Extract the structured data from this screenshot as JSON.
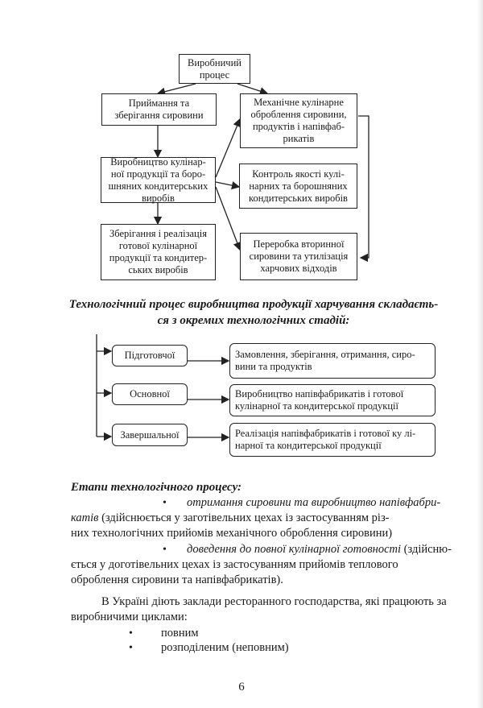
{
  "diagram1": {
    "root": "Виробничий\nпроцес",
    "left": [
      "Приймання та\nзберігання сировини",
      "Виробництво кулінар-\nної продукції та боро-\nшняних кондитерських\nвиробів",
      "Зберігання і реалізація\nготової кулінарної\nпродукції та кондитер-\nських виробів"
    ],
    "right": [
      "Механічне кулінарне\nоброблення сировини,\nпродуктів і напівфаб-\nрикатів",
      "Контроль якості кулі-\nнарних та борошняних\nкондитерських виробів",
      "Переробка вторинної\nсировини та утилізація\nхарчових відходів"
    ]
  },
  "heading": "Технологічний процес виробництва продукції харчування складаєть-\nся з окремих технологічних стадій:",
  "diagram2": {
    "stages": [
      {
        "name": "Підготовчої",
        "desc": "Замовлення, зберігання, отримання, сиро-\nвини та продуктів"
      },
      {
        "name": "Основної",
        "desc": "Виробництво напівфабрикатів і готової\nкулінарної та кондитерської продукції"
      },
      {
        "name": "Завершальної",
        "desc": "Реалізація напівфабрикатів і готової ку лі-\nнарної та кондитерської продукції"
      }
    ]
  },
  "etapy": {
    "title": "Етапи технологічного процесу:",
    "item1_italic": "отримання сировини та виробництво напівфабри-",
    "item1_line2_italic": "катів",
    "item1_line2_rest": " (здійснюється у заготівельних цехах із застосуванням різ-",
    "item1_line3": "них технологічних прийомів механічного оброблення сировини)",
    "item2_italic": "доведення до повної кулінарної готовності",
    "item2_rest": " (здійсню-",
    "item2_line2": "ється у доготівельних цехах із застосуванням прийомів теплового",
    "item2_line3": "оброблення сировини та напівфабрикатів)."
  },
  "ukraine": {
    "line1": "В Україні діють заклади ресторанного господарства,  які працюють за",
    "line2": "виробничими циклами:",
    "items": [
      "повним",
      "розподіленим (неповним)"
    ]
  },
  "page_number": "6",
  "bullet_char": "•"
}
